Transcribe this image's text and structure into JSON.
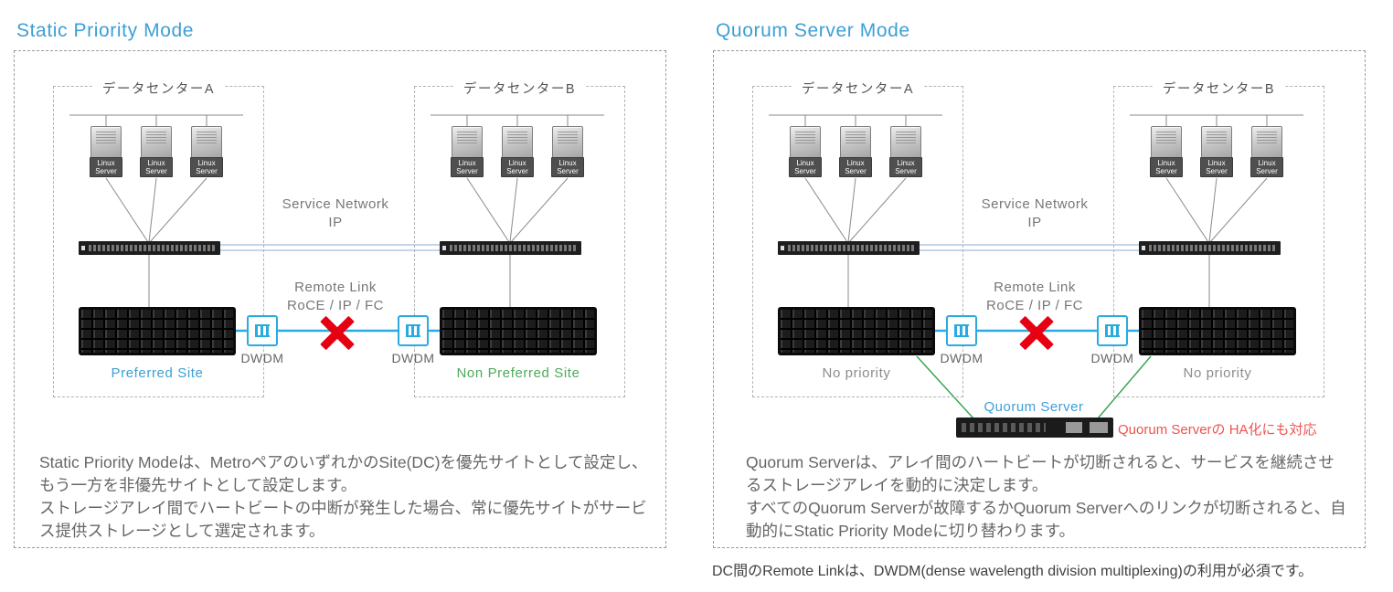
{
  "device_labels": {
    "linux_server": "Linux\nServer",
    "dwdm": "DWDM"
  },
  "shared": {
    "service_network": "Service Network\nIP",
    "remote_link": "Remote Link\nRoCE / IP / FC"
  },
  "colors": {
    "title_blue": "#3d9fd6",
    "preferred_site_blue": "#3d9fd6",
    "non_preferred_site_green": "#4cab5c",
    "no_priority_gray": "#8c8c8c",
    "failure_x_red": "#e60012",
    "quorum_note_red": "#ef5350",
    "dwdm_blue": "#29abe2",
    "quorum_link_green": "#3aa655"
  },
  "panels": [
    {
      "title": "Static Priority Mode",
      "datacenters": [
        {
          "label": "データセンターA"
        },
        {
          "label": "データセンターB"
        }
      ],
      "site_a_label": "Preferred Site",
      "site_b_label": "Non Preferred Site",
      "description": [
        "Static Priority Modeは、MetroペアのいずれかのSite(DC)を優先サイトとして設定し、もう一方を非優先サイトとして設定します。",
        "ストレージアレイ間でハートビートの中断が発生した場合、常に優先サイトがサービス提供ストレージとして選定されます。"
      ]
    },
    {
      "title": "Quorum Server Mode",
      "datacenters": [
        {
          "label": "データセンターA"
        },
        {
          "label": "データセンターB"
        }
      ],
      "site_a_label": "No priority",
      "site_b_label": "No priority",
      "quorum_label": "Quorum Server",
      "quorum_note": "Quorum Serverの HA化にも対応",
      "description": [
        "Quorum Serverは、アレイ間のハートビートが切断されると、サービスを継続させるストレージアレイを動的に決定します。",
        "すべてのQuorum Serverが故障するかQuorum Serverへのリンクが切断されると、自動的にStatic Priority Modeに切り替わります。"
      ]
    }
  ],
  "footnote": "DC間のRemote Linkは、DWDM(dense wavelength division multiplexing)の利用が必須です。"
}
